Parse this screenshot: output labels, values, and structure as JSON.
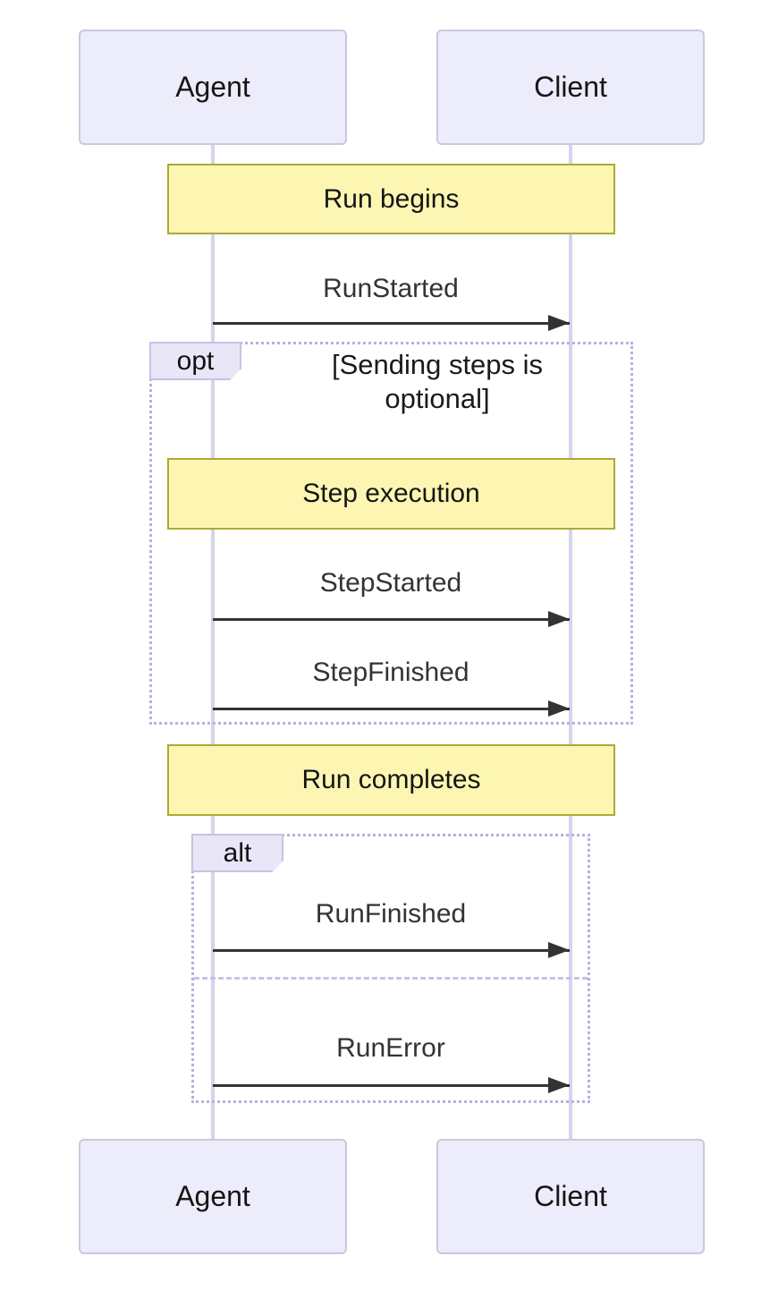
{
  "diagram": {
    "type": "sequence-diagram",
    "actors": {
      "agent": "Agent",
      "client": "Client"
    },
    "notes": {
      "run_begins": "Run begins",
      "step_execution": "Step execution",
      "run_completes": "Run completes"
    },
    "messages": {
      "run_started": "RunStarted",
      "step_started": "StepStarted",
      "step_finished": "StepFinished",
      "run_finished": "RunFinished",
      "run_error": "RunError"
    },
    "fragments": {
      "opt": {
        "label": "opt",
        "condition": "[Sending steps is optional]"
      },
      "alt": {
        "label": "alt"
      }
    },
    "colors": {
      "actor-fill": "#ECECFB",
      "actor-border": "#C9C9DE",
      "note-fill": "#FDF6B3",
      "note-border": "#AAAA33",
      "frag-border": "#B5B2DD",
      "label-fill": "#E8E6F7",
      "label-border": "#C6C3E4",
      "lifeline": "#D6D3EC",
      "arrow": "#333333"
    }
  }
}
